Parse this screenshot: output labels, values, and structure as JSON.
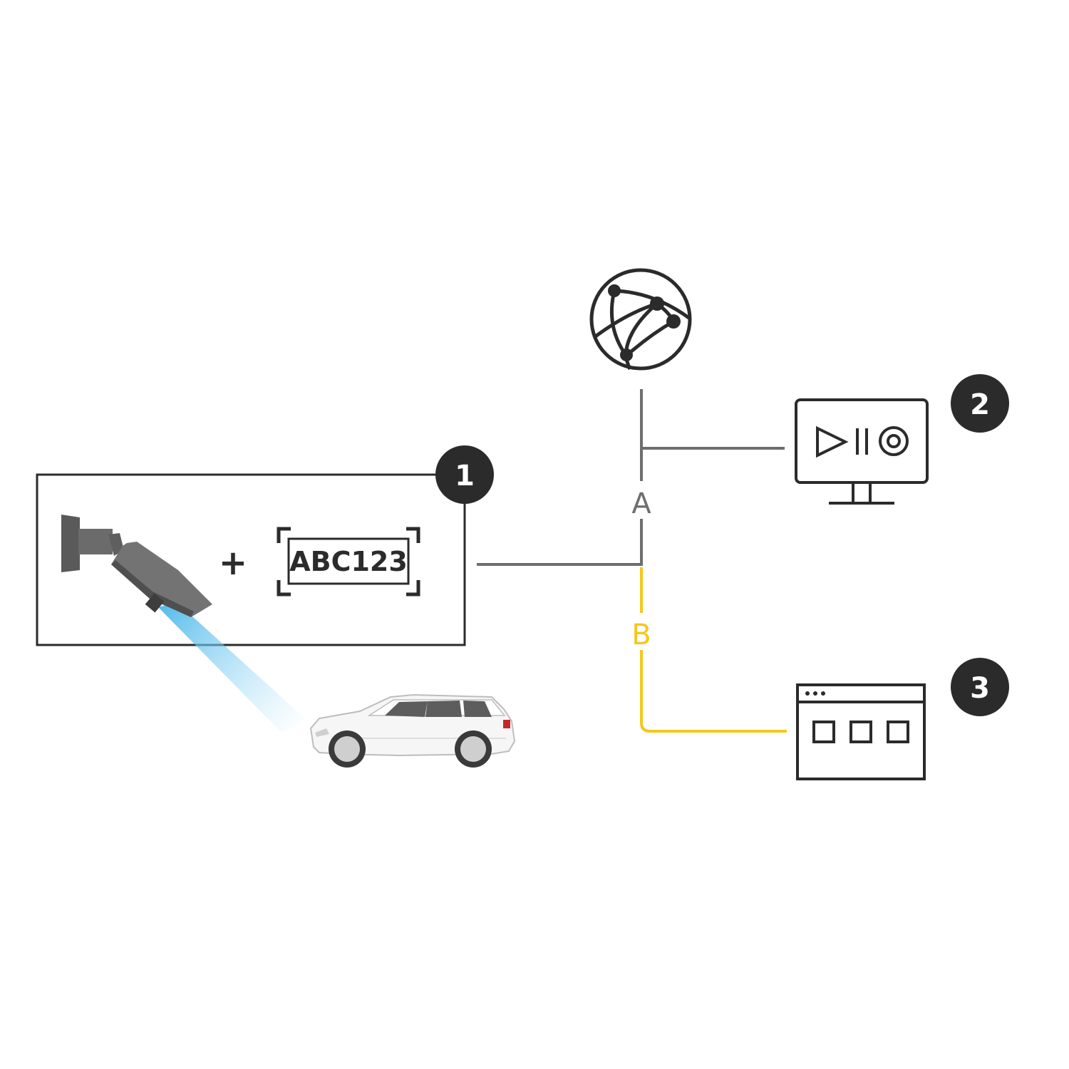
{
  "colors": {
    "line_gray": "#6e6e6e",
    "line_yellow": "#f6c71c",
    "icon_dark": "#2b2b2b",
    "badge_bg": "#2b2b2b",
    "badge_text": "#ffffff",
    "beam_blue": "#5cc3ee"
  },
  "camera_box": {
    "plus": "+",
    "plate_text": "ABC123",
    "badge": "1"
  },
  "connections": {
    "a_label": "A",
    "b_label": "B"
  },
  "nodes": {
    "internet": {
      "icon": "globe-network-icon"
    },
    "player": {
      "icon": "monitor-playback-icon",
      "badge": "2"
    },
    "web_app": {
      "icon": "browser-window-icon",
      "badge": "3"
    }
  }
}
